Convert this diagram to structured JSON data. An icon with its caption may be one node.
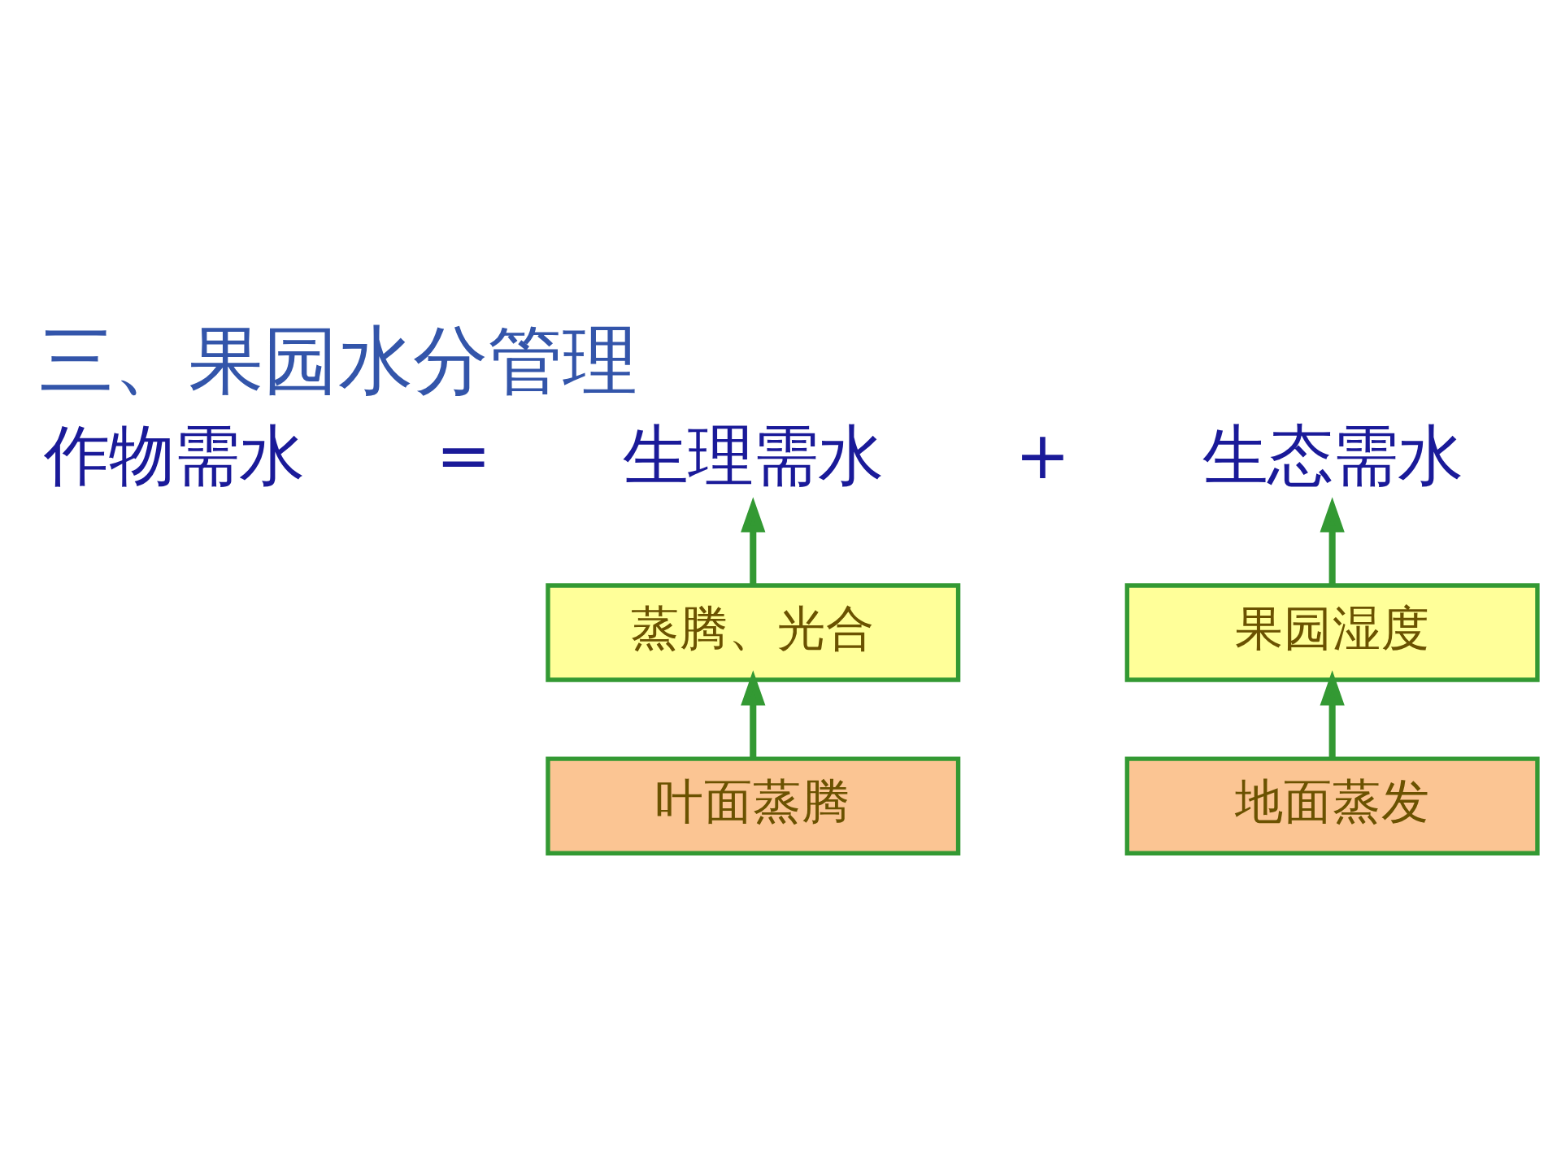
{
  "diagram": {
    "title": "三、果园水分管理",
    "nodes": [
      {
        "text": [
          "作物需水"
        ]
      },
      {
        "text": [
          "生理需水"
        ]
      },
      {
        "text": [
          "生态需水"
        ]
      },
      {
        "text": [
          "蒸腾、光合"
        ]
      },
      {
        "text": [
          "果园湿度"
        ]
      },
      {
        "text": [
          "叶面蒸腾"
        ]
      },
      {
        "text": [
          "地面蒸发"
        ]
      }
    ],
    "edges": [
      {
        "from": 3,
        "to": 1,
        "arrow": "to"
      },
      {
        "from": 4,
        "to": 2,
        "arrow": "to"
      },
      {
        "from": 5,
        "to": 3,
        "arrow": "to"
      },
      {
        "from": 6,
        "to": 4,
        "arrow": "to"
      }
    ],
    "labels": [
      "=",
      "+"
    ]
  }
}
